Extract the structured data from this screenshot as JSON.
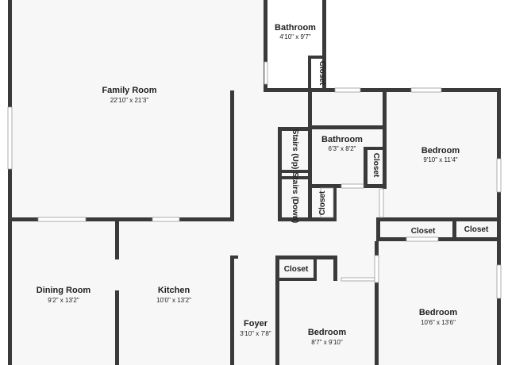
{
  "colors": {
    "wall": "#3a3a3a",
    "floor": "#f7f7f7",
    "background": "#ffffff",
    "text": "#222222"
  },
  "rooms": {
    "family_room": {
      "name": "Family Room",
      "dims": "22'10\" x 21'3\""
    },
    "bathroom_top": {
      "name": "Bathroom",
      "dims": "4'10\" x 9'7\""
    },
    "bathroom_mid": {
      "name": "Bathroom",
      "dims": "6'3\" x 8'2\""
    },
    "bedroom_ne": {
      "name": "Bedroom",
      "dims": "9'10\" x 11'4\""
    },
    "dining_room": {
      "name": "Dining Room",
      "dims": "9'2\" x 13'2\""
    },
    "kitchen": {
      "name": "Kitchen",
      "dims": "10'0\" x 13'2\""
    },
    "foyer": {
      "name": "Foyer",
      "dims": "3'10\" x 7'8\""
    },
    "bedroom_s": {
      "name": "Bedroom",
      "dims": "8'7\" x 9'10\""
    },
    "bedroom_se": {
      "name": "Bedroom",
      "dims": "10'6\" x 13'6\""
    }
  },
  "labels": {
    "closet_bath_top": "Closet",
    "closet_bath_mid": "Closet",
    "closet_stairs": "Closet",
    "closet_se_left": "Closet",
    "closet_se_right": "Closet",
    "closet_bedroom_s": "Closet",
    "stairs_up": "Stairs (Up)",
    "stairs_down": "Stairs (Down)"
  }
}
